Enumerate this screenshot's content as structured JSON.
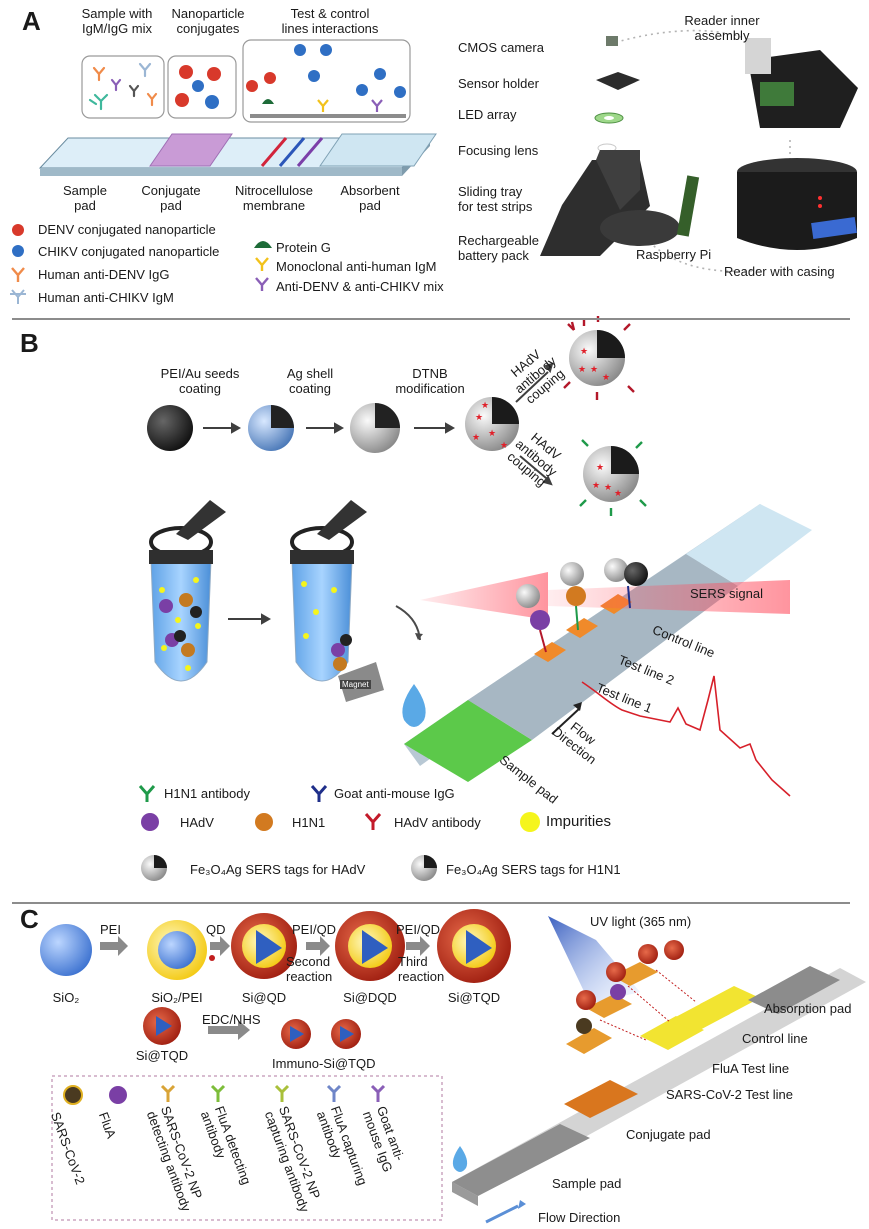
{
  "panel_a": {
    "letter": "A",
    "top_labels": {
      "sample": "Sample with\nIgM/IgG mix",
      "conjugates": "Nanoparticle\nconjugates",
      "interactions": "Test & control\nlines interactions"
    },
    "strip_labels": {
      "sample_pad": "Sample\npad",
      "conjugate_pad": "Conjugate\npad",
      "membrane": "Nitrocellulose\nmembrane",
      "absorbent_pad": "Absorbent\npad"
    },
    "legend": {
      "denv_np": "DENV conjugated nanoparticle",
      "chikv_np": "CHIKV conjugated nanoparticle",
      "anti_denv_igg": "Human anti-DENV IgG",
      "anti_chikv_igm": "Human anti-CHIKV IgM",
      "protein_g": "Protein G",
      "mono_igm": "Monoclonal anti-human IgM",
      "anti_mix": "Anti-DENV & anti-CHIKV mix"
    },
    "reader_labels": {
      "cmos": "CMOS camera",
      "sensor": "Sensor holder",
      "led": "LED array",
      "lens": "Focusing lens",
      "tray": "Sliding tray\nfor test strips",
      "battery": "Rechargeable\nbattery pack",
      "pi": "Raspberry Pi",
      "inner": "Reader inner\nassembly",
      "casing": "Reader with casing"
    }
  },
  "panel_b": {
    "letter": "B",
    "steps": {
      "s1": "PEI/Au seeds\ncoating",
      "s2": "Ag shell\ncoating",
      "s3": "DTNB\nmodification",
      "s4": "HAdV\nantibody\ncouping",
      "s5": "HAdV\nantibody\ncouping"
    },
    "magnet": "Magnet",
    "strip": {
      "sers": "SERS signal",
      "control": "Control line",
      "test2": "Test line 2",
      "test1": "Test line 1",
      "flow": "Flow\nDirection",
      "sample": "Sample pad"
    },
    "legend": {
      "h1n1_ab": "H1N1 antibody",
      "goat": "Goat anti-mouse IgG",
      "hadv": "HAdV",
      "h1n1": "H1N1",
      "hadv_ab": "HAdV antibody",
      "impurities": "Impurities",
      "tag_hadv": "Fe₃O₄Ag SERS tags for HAdV",
      "tag_h1n1": "Fe₃O₄Ag SERS tags for H1N1"
    }
  },
  "panel_c": {
    "letter": "C",
    "synthesis": {
      "pei": "PEI",
      "qd": "QD",
      "pei_qd_1": "PEI/QD",
      "second": "Second\nreaction",
      "pei_qd_2": "PEI/QD",
      "third": "Third\nreaction",
      "sio2": "SiO₂",
      "sio2_pei": "SiO₂/PEI",
      "si_qd": "Si@QD",
      "si_dqd": "Si@DQD",
      "si_tqd": "Si@TQD",
      "si_tqd_2": "Si@TQD",
      "edc": "EDC/NHS",
      "immuno": "Immuno-Si@TQD"
    },
    "legend": [
      "SARS-CoV-2",
      "FluA",
      "SARS-CoV-2 NP\ndetecting antibody",
      "FluA detecting\nantibody",
      "SARS-CoV-2 NP\ncapturing antibody",
      "FluA capturing\nantibody",
      "Goat anti-\nmouse IgG"
    ],
    "strip": {
      "uv": "UV light (365 nm)",
      "absorption": "Absorption pad",
      "control": "Control line",
      "flua": "FluA Test line",
      "sars": "SARS-CoV-2 Test line",
      "conjugate": "Conjugate pad",
      "sample": "Sample pad",
      "flow": "Flow Direction"
    }
  },
  "colors": {
    "red_np": "#d8392b",
    "blue_np": "#2f6fc4",
    "conjugate_pad": "#c99bd6",
    "strip_blue": "#cfe6f2",
    "green_pad": "#5cc94a",
    "orange_line": "#f08a2a",
    "yellow_line": "#f2e431",
    "sers_red": "#e83a4a",
    "divider": "#8c8c8c"
  }
}
